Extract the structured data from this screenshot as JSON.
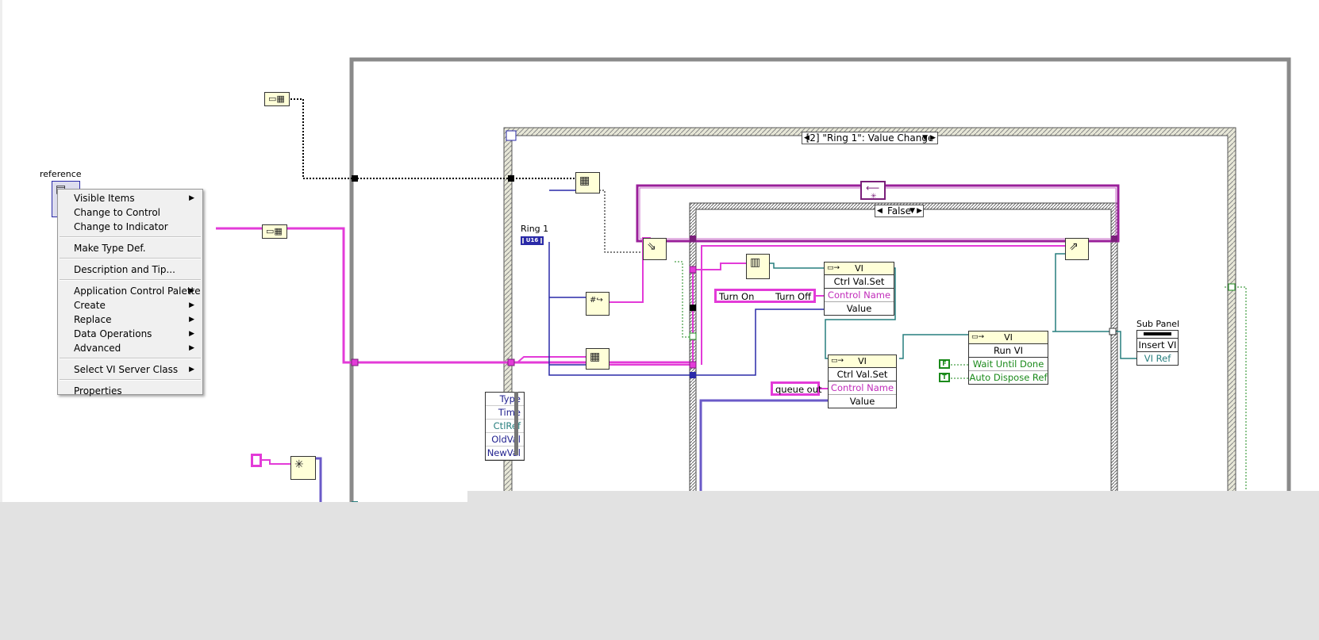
{
  "diagram": {
    "reference_label": "reference",
    "ring_label": "Ring 1",
    "ring_type": "U16",
    "event_selector": "[2] \"Ring 1\": Value Change",
    "case_selector": "False",
    "subpanel_label": "Sub Panel",
    "event_data": [
      "Type",
      "Time",
      "CtlRef",
      "OldVal",
      "NewVal"
    ],
    "ctrl_val_set_1": {
      "header": "VI",
      "title": "Ctrl Val.Set",
      "rows": [
        "Control Name",
        "Value"
      ]
    },
    "ctrl_val_set_2": {
      "header": "VI",
      "title": "Ctrl Val.Set",
      "rows": [
        "Control Name",
        "Value"
      ]
    },
    "run_vi": {
      "header": "VI",
      "title": "Run VI",
      "rows": [
        "Wait Until Done",
        "Auto Dispose Ref"
      ]
    },
    "insert_vi": {
      "title": "Insert VI",
      "row": "VI Ref"
    },
    "const_turn_on": "Turn On",
    "const_turn_off": "Turn Off",
    "const_queue_out": "queue out",
    "bool_false": "F",
    "bool_true": "T"
  },
  "menu": {
    "items": [
      {
        "label": "Visible Items",
        "submenu": true
      },
      {
        "label": "Change to Control",
        "submenu": false
      },
      {
        "label": "Change to Indicator",
        "submenu": false
      },
      {
        "label": "Make Type Def.",
        "submenu": false
      },
      {
        "label": "Description and Tip...",
        "submenu": false
      },
      {
        "label": "Application Control Palette",
        "submenu": true
      },
      {
        "label": "Create",
        "submenu": true
      },
      {
        "label": "Replace",
        "submenu": true
      },
      {
        "label": "Data Operations",
        "submenu": true
      },
      {
        "label": "Advanced",
        "submenu": true
      },
      {
        "label": "Select VI Server Class",
        "submenu": true
      },
      {
        "label": "Properties",
        "submenu": false
      }
    ]
  },
  "colors": {
    "wire_pink": "#e33bd8",
    "wire_purple": "#7a1f7a",
    "wire_blue": "#2a2aa8",
    "wire_teal": "#277e7e",
    "wire_green": "#1b8a1b",
    "frame_gray": "#888888",
    "node_yellow": "#ffffd8"
  }
}
